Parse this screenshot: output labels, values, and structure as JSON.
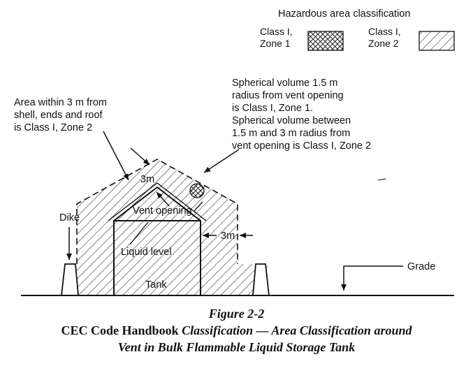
{
  "legend": {
    "title": "Hazardous area classification",
    "zone1_label": [
      "Class I,",
      "Zone 1"
    ],
    "zone2_label": [
      "Class I,",
      "Zone 2"
    ]
  },
  "annotations": {
    "area_note": [
      "Area within 3 m from",
      "shell, ends and roof",
      "is Class I, Zone 2"
    ],
    "vent_note": [
      "Spherical volume 1.5 m",
      "radius from vent opening",
      "is Class I, Zone 1.",
      "Spherical volume between",
      "1.5 m and 3 m radius from",
      "vent opening is Class I, Zone 2"
    ],
    "dim_top": "3m",
    "dim_side": "3m",
    "vent_opening": "Vent opening",
    "liquid_level": "Liquid level",
    "tank": "Tank",
    "dike": "Dike",
    "grade": "Grade"
  },
  "caption": {
    "figure_number": "Figure 2-2",
    "line1_prefix": "CEC Code Handbook ",
    "line1_italic": "Classification — Area Classification around",
    "line2": "Vent in Bulk Flammable Liquid Storage Tank"
  }
}
